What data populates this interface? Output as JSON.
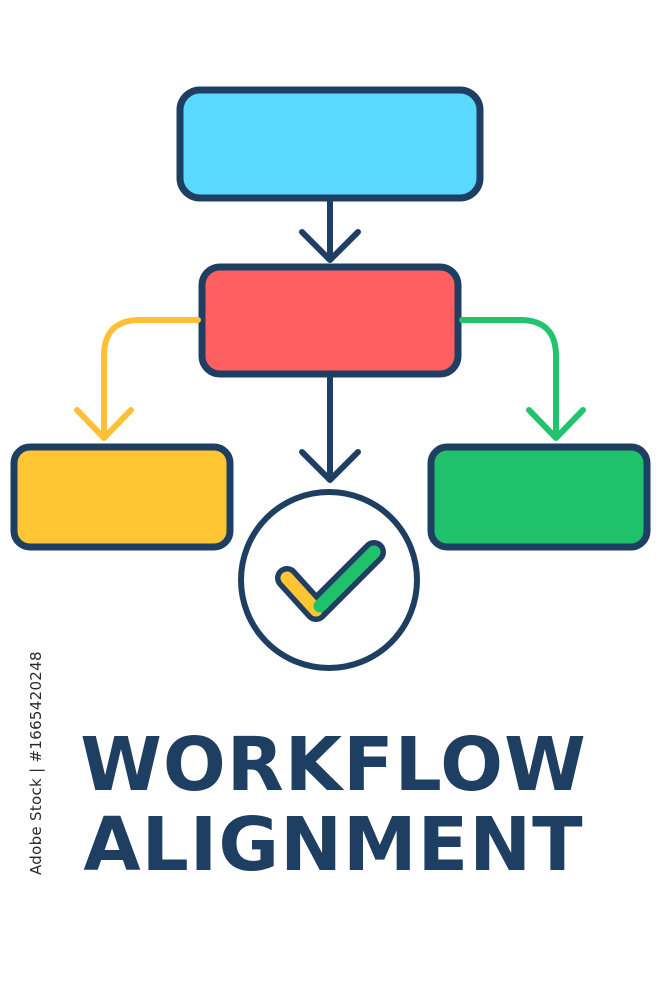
{
  "title": {
    "line1": "WORKFLOW",
    "line2": "ALIGNMENT"
  },
  "stock_id": "Adobe Stock | #1665420248",
  "diagram": {
    "nodes": [
      {
        "id": "top-process",
        "label": "",
        "color": "#5ad8ff"
      },
      {
        "id": "middle-process",
        "label": "",
        "color": "#ff5f60"
      },
      {
        "id": "left-process",
        "label": "",
        "color": "#ffc533"
      },
      {
        "id": "right-process",
        "label": "",
        "color": "#1fc16b"
      },
      {
        "id": "completion-check",
        "label": "",
        "icon": "checkmark-icon"
      }
    ],
    "edges": [
      {
        "from": "top-process",
        "to": "middle-process",
        "color": "#1e3f61"
      },
      {
        "from": "middle-process",
        "to": "left-process",
        "color": "#ffbf36"
      },
      {
        "from": "middle-process",
        "to": "right-process",
        "color": "#22c36c"
      },
      {
        "from": "middle-process",
        "to": "completion-check",
        "color": "#1e3f61"
      }
    ]
  },
  "colors": {
    "outline": "#1e3f61",
    "title": "#1e3f61",
    "checkmark_left": "#ffc533",
    "checkmark_right": "#1fc16b",
    "background": "#ffffff"
  }
}
